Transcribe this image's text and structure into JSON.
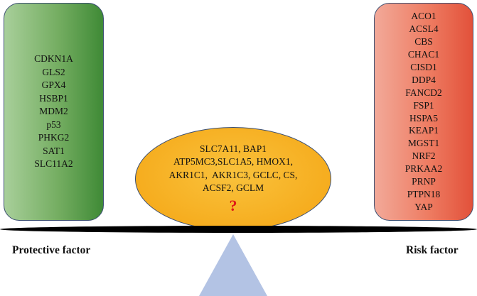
{
  "protective_genes": [
    "CDKN1A",
    "GLS2",
    "GPX4",
    "HSBP1",
    "MDM2",
    "p53",
    "PHKG2",
    "SAT1",
    "SLC11A2"
  ],
  "risk_genes": [
    "ACO1",
    "ACSL4",
    "CBS",
    "CHAC1",
    "CISD1",
    "DDP4",
    "FANCD2",
    "FSP1",
    "HSPA5",
    "KEAP1",
    "MGST1",
    "NRF2",
    "PRKAA2",
    "PRNP",
    "PTPN18",
    "YAP"
  ],
  "uncertain_genes_lines": [
    "SLC7A11, BAP1",
    "ATP5MC3,SLC1A5, HMOX1,",
    "AKR1C1,  AKR1C3, GCLC, CS,",
    "ACSF2, GCLM"
  ],
  "question_mark": "?",
  "labels": {
    "protective": "Protective factor",
    "risk": "Risk factor"
  },
  "colors": {
    "protective_box": "#6aa85a",
    "risk_box": "#ec7259",
    "center_ellipse": "#f6ad1f",
    "question_mark": "#e01818",
    "fulcrum": "#b3c3e4",
    "beam": "#000000"
  }
}
